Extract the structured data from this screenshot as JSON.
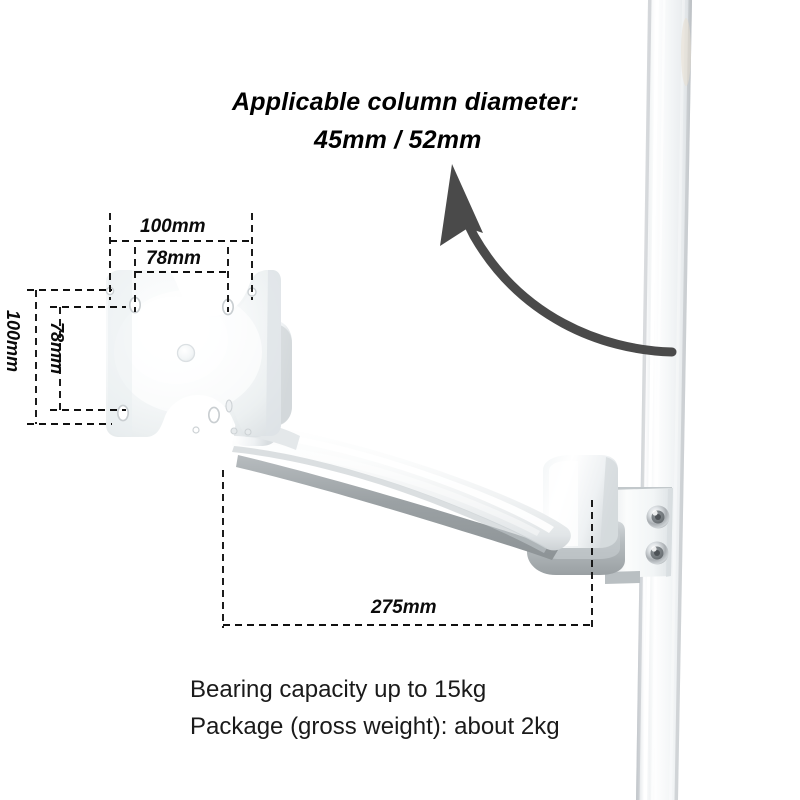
{
  "product": {
    "type": "monitor-mount-arm-diagram",
    "headline": {
      "line1": "Applicable column diameter:",
      "line2": "45mm / 52mm"
    },
    "dimensions": {
      "vesa_width_outer": "100mm",
      "vesa_width_inner": "78mm",
      "vesa_height_outer": "100mm",
      "vesa_height_inner": "78mm",
      "arm_reach": "275mm"
    },
    "specs": {
      "bearing_capacity": "Bearing capacity up to 15kg",
      "package_weight": "Package (gross weight): about 2kg"
    },
    "annotations": {
      "arrow": "curved-arrow-to-column"
    },
    "colors": {
      "background": "#ffffff",
      "text": "#000000",
      "footnote_text": "#1a1a1a",
      "dimension_line": "#111111",
      "arrow": "#4a4a4a",
      "product_white": "#f4f6f7",
      "product_shadow": "#9ea3a6",
      "chrome": "#b9bdc0"
    }
  }
}
